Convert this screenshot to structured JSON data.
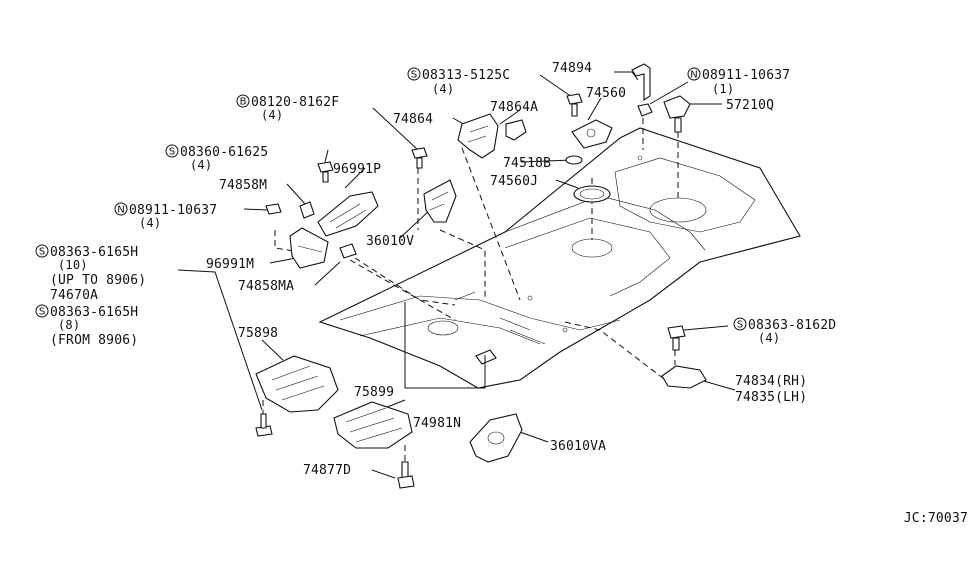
{
  "labels": {
    "p08313": "08313-5125C",
    "p08313_qty": "(4)",
    "p74894": "74894",
    "p08911a": "08911-10637",
    "p08911a_qty": "(1)",
    "p57210": "57210Q",
    "p08120": "08120-8162F",
    "p08120_qty": "(4)",
    "p74864a": "74864A",
    "p74560": "74560",
    "p74864": "74864",
    "p08360": "08360-61625",
    "p08360_qty": "(4)",
    "p96991p": "96991P",
    "p74518b": "74518B",
    "p74560j": "74560J",
    "p74858m": "74858M",
    "p08911b": "08911-10637",
    "p08911b_qty": "(4)",
    "p36010v": "36010V",
    "p08363a": "08363-6165H",
    "p08363a_qty": "(10)",
    "p_upto": "(UP TO 8906)",
    "p96991m": "96991M",
    "p74858ma": "74858MA",
    "p74670a": "74670A",
    "p08363b": "08363-6165H",
    "p08363b_qty": "(8)",
    "p_from": "(FROM 8906)",
    "p75898": "75898",
    "p08363c": "08363-8162D",
    "p08363c_qty": "(4)",
    "p75899": "75899",
    "p74834": "74834(RH)",
    "p74835": "74835(LH)",
    "p74981n": "74981N",
    "p36010va": "36010VA",
    "p74877d": "74877D",
    "footer_code": "JC:70037"
  },
  "prefix_symbols": {
    "s": "S",
    "b": "B",
    "n": "N"
  }
}
